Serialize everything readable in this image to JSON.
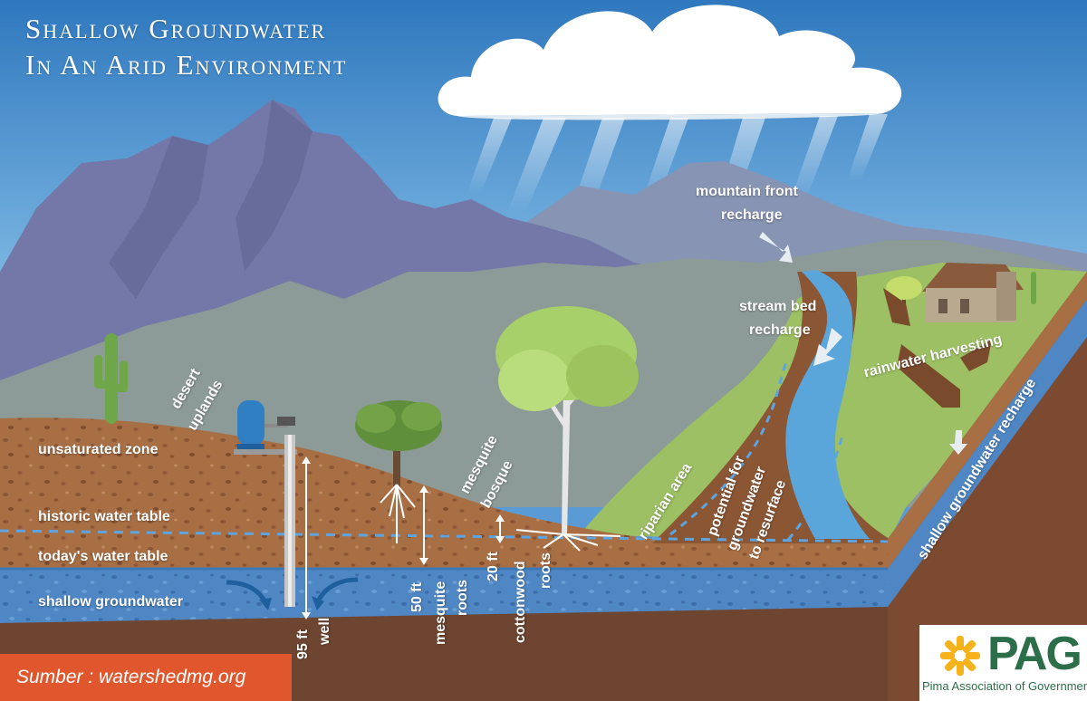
{
  "title": {
    "line1": "Shallow Groundwater",
    "line2": "In An Arid Environment"
  },
  "labels": {
    "mountain_front_recharge_1": "mountain front",
    "mountain_front_recharge_2": "recharge",
    "stream_bed_recharge_1": "stream bed",
    "stream_bed_recharge_2": "recharge",
    "rainwater_harvesting": "rainwater harvesting",
    "desert_uplands_1": "desert",
    "desert_uplands_2": "uplands",
    "unsaturated_zone": "unsaturated zone",
    "historic_water_table": "historic water table",
    "todays_water_table": "today's water table",
    "shallow_groundwater": "shallow groundwater",
    "mesquite_bosque_1": "mesquite",
    "mesquite_bosque_2": "bosque",
    "riparian_area": "riparian area",
    "resurface_1": "potential for",
    "resurface_2": "groundwater",
    "resurface_3": "to resurface",
    "shallow_groundwater_recharge": "shallow groundwater recharge",
    "well_depth": "95 ft",
    "well": "well",
    "mesquite_depth": "50 ft",
    "mesquite_roots_1": "mesquite",
    "mesquite_roots_2": "roots",
    "cottonwood_depth": "20 ft",
    "cottonwood_roots_1": "cottonwood",
    "cottonwood_roots_2": "roots"
  },
  "source": "Sumber : watershedmg.org",
  "logo": {
    "mark": "PAG",
    "name": "Pima Association of Governments",
    "icon": "sun-asterisk-icon"
  },
  "colors": {
    "sky_top": "#3f86c8",
    "sky_bottom": "#bfe0f2",
    "mountains": "#7478a8",
    "hills": "#8c9a98",
    "soil": "#a86f45",
    "groundwater": "#4f87c5",
    "water_line": "#5da4e0",
    "bedrock": "#6e4530",
    "source_bar": "#e0572d"
  }
}
